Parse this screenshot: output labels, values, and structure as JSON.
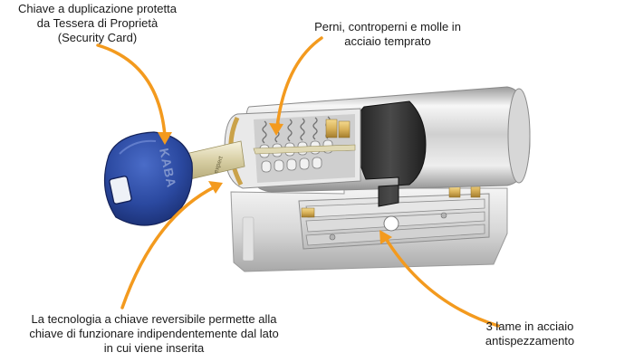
{
  "callouts": {
    "duplication": {
      "lines": [
        "Chiave a duplicazione protetta",
        "da Tessera di Proprietà",
        "(Security Card)"
      ]
    },
    "pins": {
      "lines": [
        "Perni, controperni e molle in",
        "acciaio temprato"
      ]
    },
    "reversible": {
      "lines": [
        "La tecnologia a chiave reversibile permette alla",
        "chiave di funzionare indipendentemente dal lato",
        "in cui viene inserita"
      ]
    },
    "plates": {
      "lines": [
        "3 lame in acciaio",
        "antispezzamento"
      ]
    }
  },
  "key": {
    "brand": "KABA",
    "blade_text": "expert"
  },
  "colors": {
    "arrow": "#f39a1e",
    "key_head": "#2b49a0",
    "key_head_dark": "#1a2f72",
    "steel_light": "#f2f2f2",
    "steel_mid": "#c9c9c9",
    "steel_dark": "#8c8c8c",
    "brass": "#d9b25a",
    "cam": "#3a3a3a"
  }
}
